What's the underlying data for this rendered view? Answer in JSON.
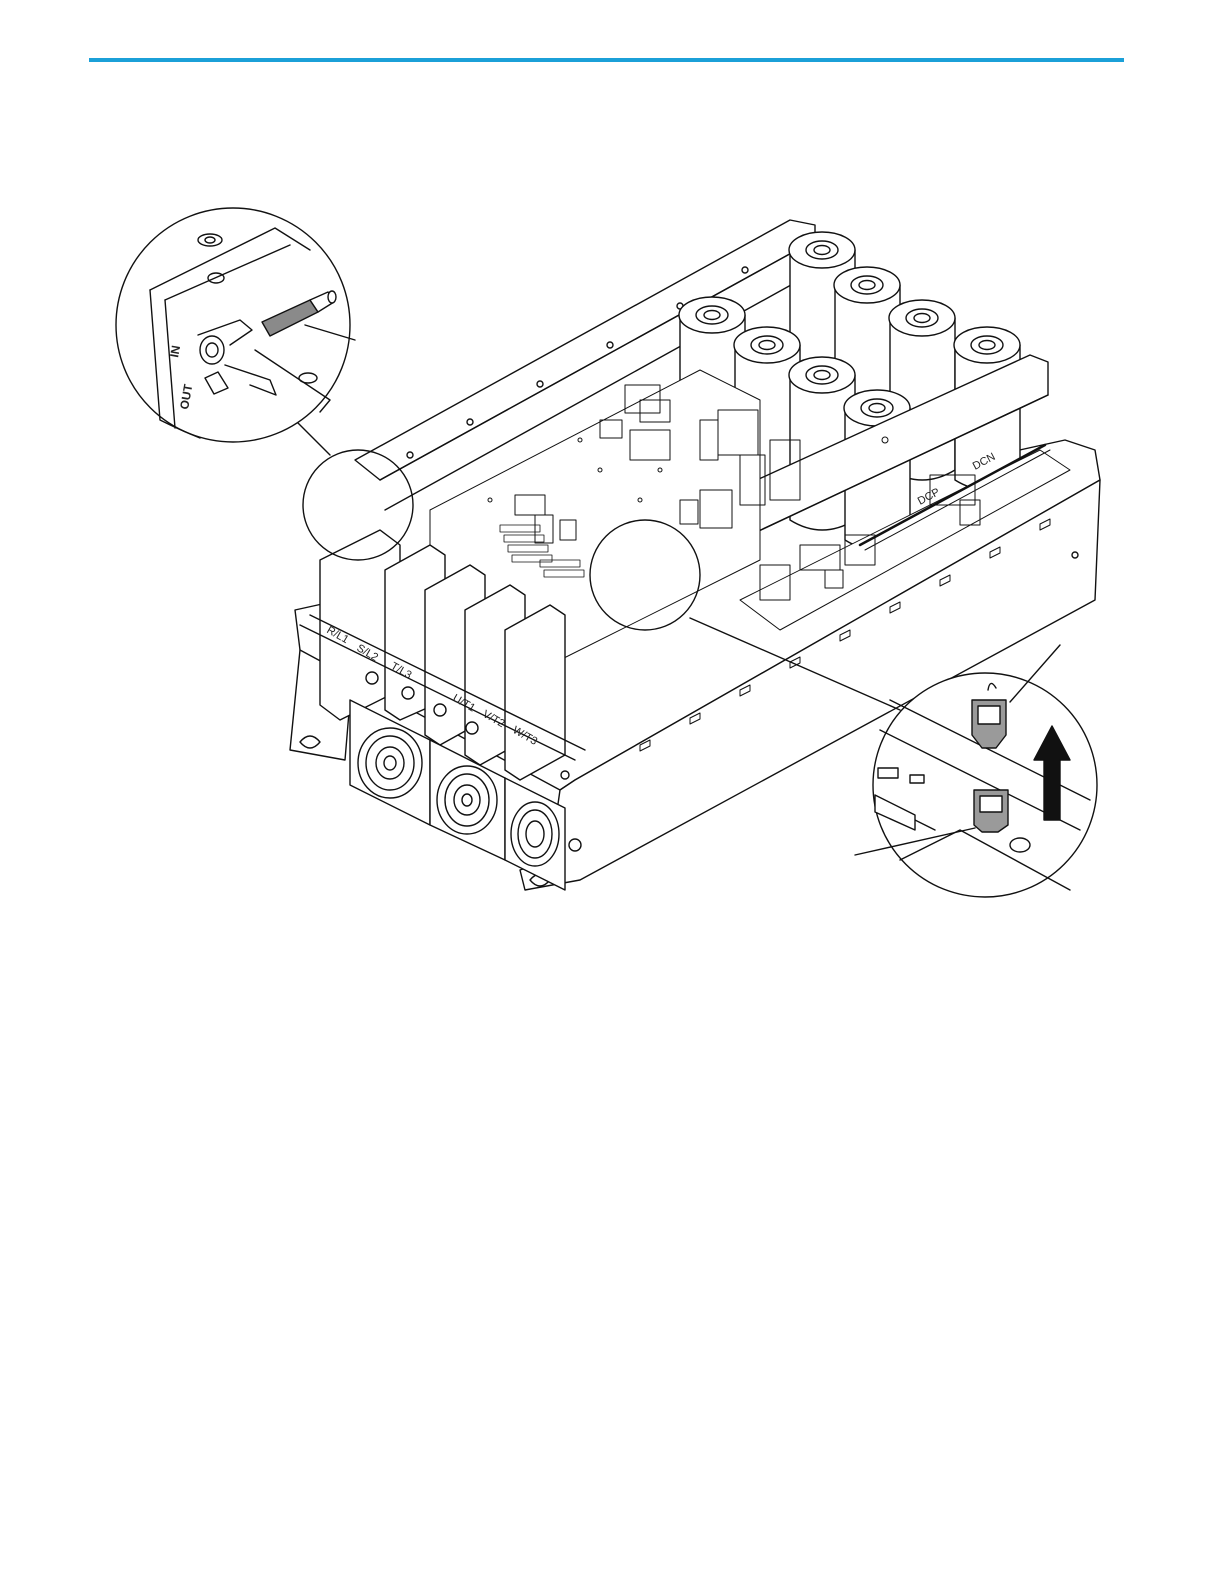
{
  "page": {
    "accent_color": "#1ba0d8"
  },
  "figure": {
    "detail_left": {
      "stencil_in": "IN",
      "stencil_out": "OUT"
    },
    "terminals": [
      "R/L1",
      "S/L2",
      "T/L3",
      "U/T1",
      "V/T2",
      "W/T3"
    ],
    "board_marks": [
      "DCP",
      "DCN"
    ],
    "icons": [
      "fuse-icon",
      "connector-icon",
      "up-arrow-icon",
      "fan-icon"
    ]
  }
}
